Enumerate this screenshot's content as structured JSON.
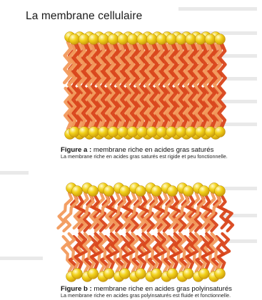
{
  "page": {
    "title": "La membrane cellulaire"
  },
  "figures": [
    {
      "label": "Figure a :",
      "heading": "membrane riche en acides gras saturés",
      "description": "La membrane riche en acides gras saturés est rigide et peu fonctionnelle."
    },
    {
      "label": "Figure b :",
      "heading": "membrane riche en acides gras polyinsaturés",
      "description": "La membrane riche en acides gras polyinsaturés est fluide et fonctionnelle."
    }
  ],
  "colors": {
    "head": "#f2d21a",
    "tail_dark": "#d9451a",
    "tail_light": "#f29a5c"
  }
}
